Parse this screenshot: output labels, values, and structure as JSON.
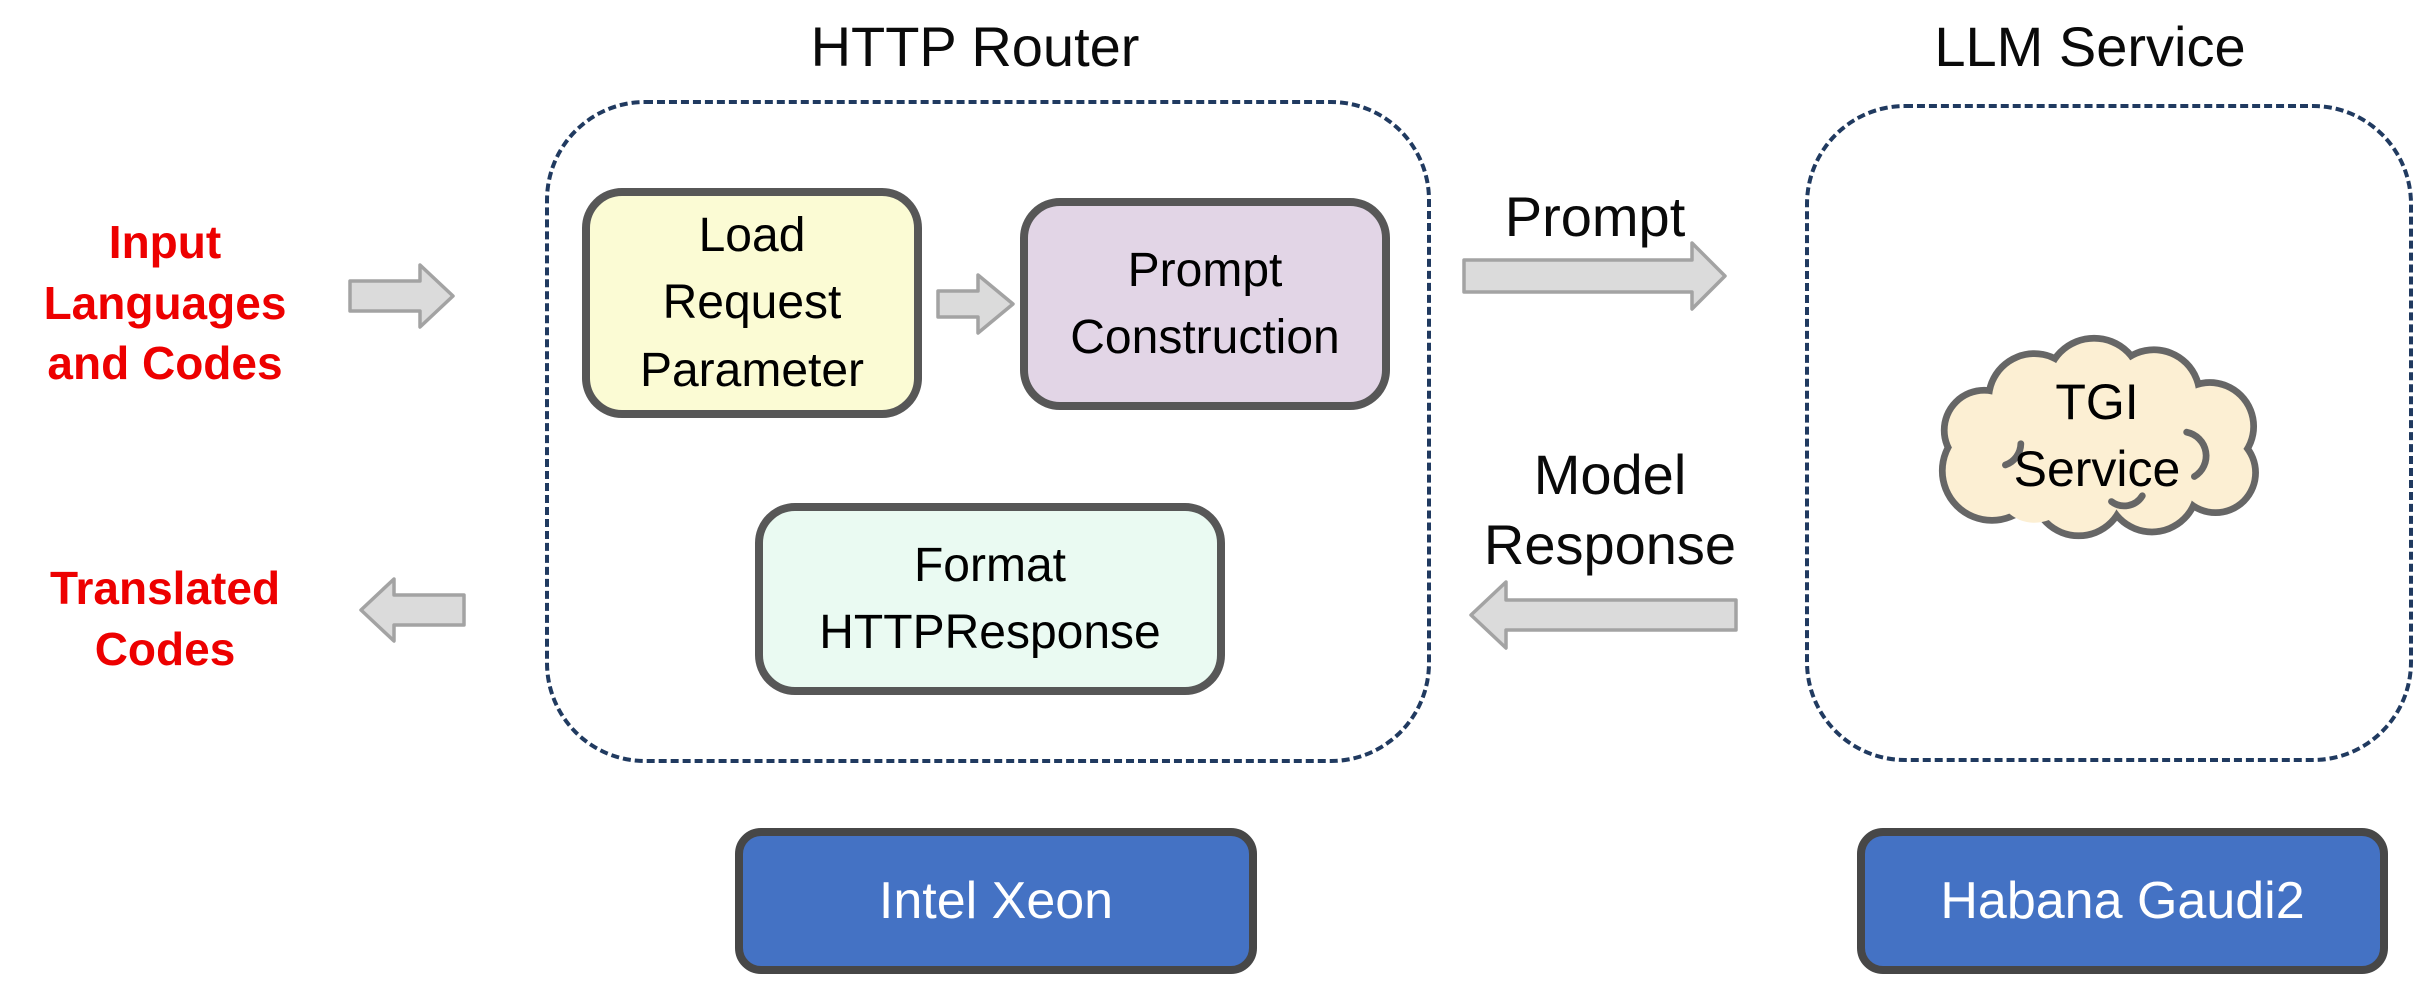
{
  "diagram": {
    "left_labels": {
      "input": "Input\nLanguages\nand Codes",
      "translated": "Translated\nCodes"
    },
    "http_router": {
      "title": "HTTP Router",
      "boxes": {
        "load_request": "Load\nRequest\nParameter",
        "prompt_construction": "Prompt\nConstruction",
        "format_response": "Format\nHTTPResponse"
      },
      "hardware": "Intel Xeon"
    },
    "flows": {
      "prompt": "Prompt",
      "model_response": "Model\nResponse"
    },
    "llm_service": {
      "title": "LLM Service",
      "cloud": "TGI\nService",
      "hardware": "Habana Gaudi2"
    },
    "colors": {
      "red_label": "#ed0000",
      "dashed_border": "#203a60",
      "box_border": "#575757",
      "yellow_fill": "#fbfbd4",
      "purple_fill": "#e2d5e6",
      "mint_fill": "#eafaf2",
      "cloud_fill": "#fcefd3",
      "hardware_blue": "#4472c4",
      "arrow_fill": "#dbdbdb",
      "arrow_stroke": "#a3a3a3"
    }
  }
}
